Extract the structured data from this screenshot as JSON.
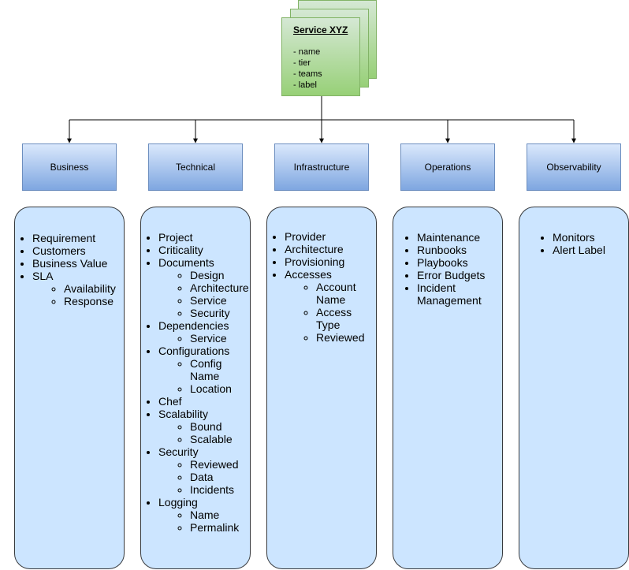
{
  "service": {
    "title": "Service XYZ",
    "fields": [
      "- name",
      "- tier",
      "- teams",
      "- label"
    ]
  },
  "categories": [
    {
      "label": "Business",
      "items": [
        {
          "text": "Requirement"
        },
        {
          "text": "Customers"
        },
        {
          "text": "Business Value"
        },
        {
          "text": "SLA",
          "children": [
            "Availability",
            "Response"
          ]
        }
      ]
    },
    {
      "label": "Technical",
      "items": [
        {
          "text": "Project"
        },
        {
          "text": "Criticality"
        },
        {
          "text": "Documents",
          "children": [
            "Design",
            "Architecture",
            "Service",
            "Security"
          ]
        },
        {
          "text": "Dependencies",
          "children": [
            "Service"
          ]
        },
        {
          "text": "Configurations",
          "children": [
            "Config Name",
            "Location"
          ]
        },
        {
          "text": "Chef"
        },
        {
          "text": "Scalability",
          "children": [
            "Bound",
            "Scalable"
          ]
        },
        {
          "text": "Security",
          "children": [
            "Reviewed",
            "Data",
            "Incidents"
          ]
        },
        {
          "text": "Logging",
          "children": [
            "Name",
            "Permalink"
          ]
        }
      ]
    },
    {
      "label": "Infrastructure",
      "items": [
        {
          "text": "Provider"
        },
        {
          "text": "Architecture"
        },
        {
          "text": "Provisioning"
        },
        {
          "text": "Accesses",
          "children": [
            "Account Name",
            "Access Type",
            "Reviewed"
          ]
        }
      ]
    },
    {
      "label": "Operations",
      "items": [
        {
          "text": "Maintenance"
        },
        {
          "text": "Runbooks"
        },
        {
          "text": "Playbooks"
        },
        {
          "text": "Error Budgets"
        },
        {
          "text": "Incident Management"
        }
      ]
    },
    {
      "label": "Observability",
      "items": [
        {
          "text": "Monitors"
        },
        {
          "text": "Alert Label"
        }
      ]
    }
  ]
}
